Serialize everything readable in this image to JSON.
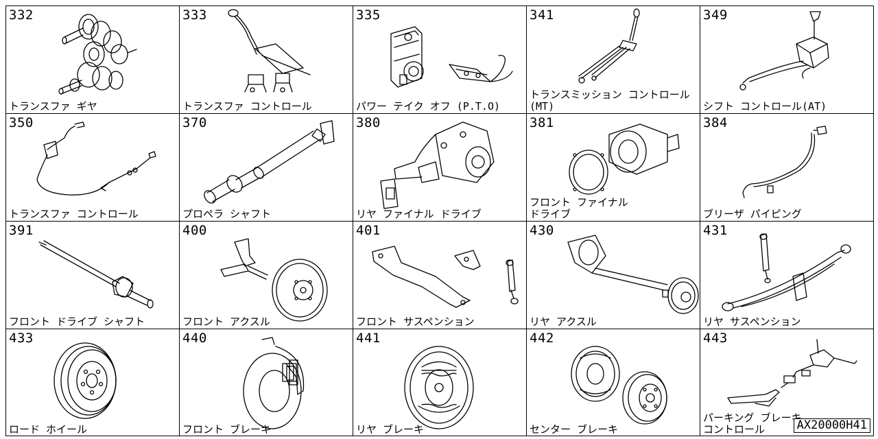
{
  "parts": [
    {
      "code": "332",
      "name": "トランスファ ギヤ",
      "icon": "transfer-gear-icon"
    },
    {
      "code": "333",
      "name": "トランスファ コントロール",
      "icon": "transfer-control-icon"
    },
    {
      "code": "335",
      "name": "パワー テイク オフ (P.T.O)",
      "icon": "power-take-off-icon"
    },
    {
      "code": "341",
      "name": "トランスミッション コントロール\n(MT)",
      "icon": "transmission-control-mt-icon"
    },
    {
      "code": "349",
      "name": "シフト コントロール(AT)",
      "icon": "shift-control-at-icon"
    },
    {
      "code": "350",
      "name": "トランスファ  コントロール",
      "icon": "transfer-control-cable-icon"
    },
    {
      "code": "370",
      "name": "プロペラ シャフト",
      "icon": "propeller-shaft-icon"
    },
    {
      "code": "380",
      "name": "リヤ ファイナル ドライブ",
      "icon": "rear-final-drive-icon"
    },
    {
      "code": "381",
      "name": "フロント  ファイナル\nドライブ",
      "icon": "front-final-drive-icon"
    },
    {
      "code": "384",
      "name": "ブリーザ パイピング",
      "icon": "breather-piping-icon"
    },
    {
      "code": "391",
      "name": "フロント ドライブ  シャフト",
      "icon": "front-drive-shaft-icon"
    },
    {
      "code": "400",
      "name": "フロント アクスル",
      "icon": "front-axle-icon"
    },
    {
      "code": "401",
      "name": "フロント サスペンション",
      "icon": "front-suspension-icon"
    },
    {
      "code": "430",
      "name": "リヤ アクスル",
      "icon": "rear-axle-icon"
    },
    {
      "code": "431",
      "name": "リヤ サスペンション",
      "icon": "rear-suspension-icon"
    },
    {
      "code": "433",
      "name": "ロード ホイール",
      "icon": "road-wheel-icon"
    },
    {
      "code": "440",
      "name": "フロント ブレーキ",
      "icon": "front-brake-icon"
    },
    {
      "code": "441",
      "name": "リヤ ブレーキ",
      "icon": "rear-brake-icon"
    },
    {
      "code": "442",
      "name": "センター ブレーキ",
      "icon": "center-brake-icon"
    },
    {
      "code": "443",
      "name": "パーキング ブレーキ\nコントロール",
      "icon": "parking-brake-control-icon"
    }
  ],
  "catalog_code": "AX20000H41"
}
